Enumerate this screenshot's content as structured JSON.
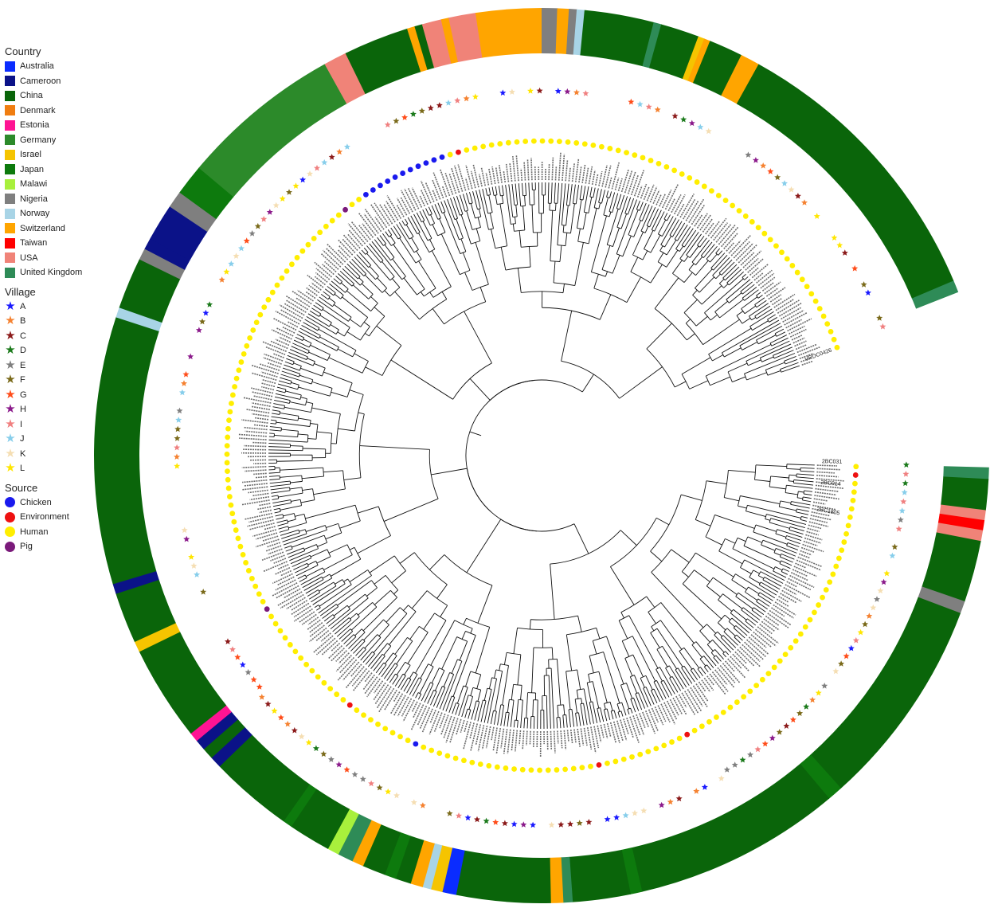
{
  "legend": {
    "country_title": "Country",
    "countries": [
      {
        "label": "Australia",
        "color": "#0a2cff"
      },
      {
        "label": "Cameroon",
        "color": "#0b1288"
      },
      {
        "label": "China",
        "color": "#0a650a"
      },
      {
        "label": "Denmark",
        "color": "#f07d10"
      },
      {
        "label": "Estonia",
        "color": "#ff1493"
      },
      {
        "label": "Germany",
        "color": "#2c8a2a"
      },
      {
        "label": "Israel",
        "color": "#f5c400"
      },
      {
        "label": "Japan",
        "color": "#0d7a0d"
      },
      {
        "label": "Malawi",
        "color": "#a8f03c"
      },
      {
        "label": "Nigeria",
        "color": "#7f7f7f"
      },
      {
        "label": "Norway",
        "color": "#a8d4e6"
      },
      {
        "label": "Switzerland",
        "color": "#ffa500"
      },
      {
        "label": "Taiwan",
        "color": "#ff0000"
      },
      {
        "label": "USA",
        "color": "#f08378"
      },
      {
        "label": "United Kingdom",
        "color": "#2e8b57"
      }
    ],
    "village_title": "Village",
    "villages": [
      {
        "label": "A",
        "color": "#1a1aff"
      },
      {
        "label": "B",
        "color": "#f58231"
      },
      {
        "label": "C",
        "color": "#8b1a1a"
      },
      {
        "label": "D",
        "color": "#1b7a1b"
      },
      {
        "label": "E",
        "color": "#7f7f7f"
      },
      {
        "label": "F",
        "color": "#7a6a1a"
      },
      {
        "label": "G",
        "color": "#ff4d1a"
      },
      {
        "label": "H",
        "color": "#8b1a8b"
      },
      {
        "label": "I",
        "color": "#f08080"
      },
      {
        "label": "J",
        "color": "#87ceeb"
      },
      {
        "label": "K",
        "color": "#f5deb3"
      },
      {
        "label": "L",
        "color": "#ffe600"
      }
    ],
    "source_title": "Source",
    "sources": [
      {
        "label": "Chicken",
        "color": "#1a1aee"
      },
      {
        "label": "Environment",
        "color": "#ee1111"
      },
      {
        "label": "Human",
        "color": "#ffee00"
      },
      {
        "label": "Pig",
        "color": "#7a1a7a"
      }
    ]
  },
  "tree": {
    "visible_tip_labels": [
      "2BC031",
      "2BC014",
      "2BC1805",
      "VRDC0426"
    ]
  }
}
